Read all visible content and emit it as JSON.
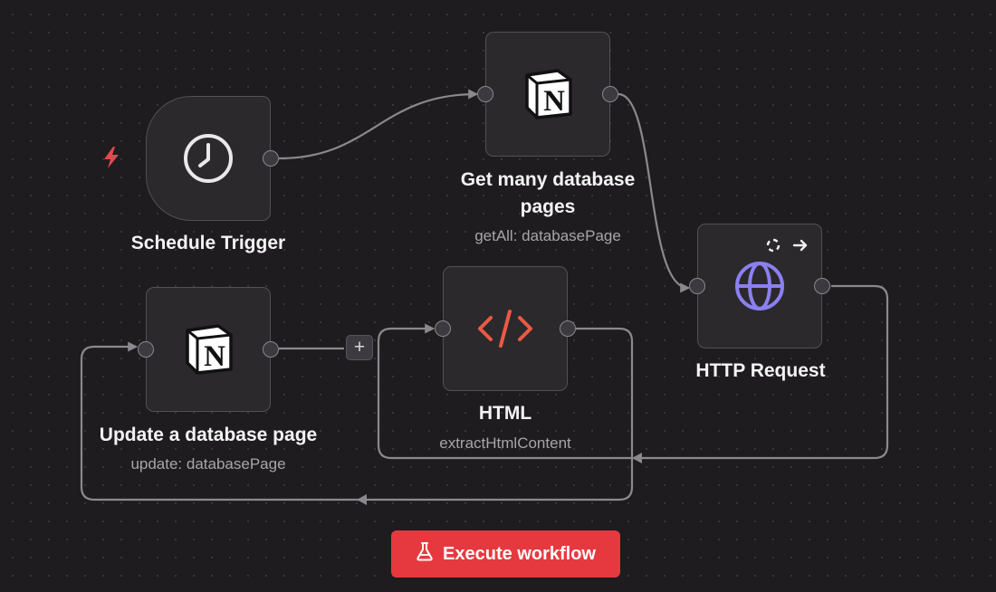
{
  "nodes": {
    "schedule_trigger": {
      "title": "Schedule Trigger"
    },
    "get_pages": {
      "title_line1": "Get many database",
      "title_line2": "pages",
      "subtitle": "getAll: databasePage"
    },
    "http_request": {
      "title": "HTTP Request"
    },
    "html": {
      "title": "HTML",
      "subtitle": "extractHtmlContent"
    },
    "update_page": {
      "title": "Update a database page",
      "subtitle": "update: databasePage"
    }
  },
  "add_button": {
    "label": "+"
  },
  "execute_button": {
    "label": "Execute workflow"
  },
  "icons": {
    "trigger": "bolt-icon",
    "schedule": "clock-icon",
    "notion": "notion-logo-icon",
    "http": "globe-icon",
    "html": "code-icon",
    "execute": "flask-icon"
  },
  "colors": {
    "accent": "#e6393f",
    "globe": "#8b80f0",
    "code": "#ea5a45",
    "bolt": "#e04a4f"
  }
}
